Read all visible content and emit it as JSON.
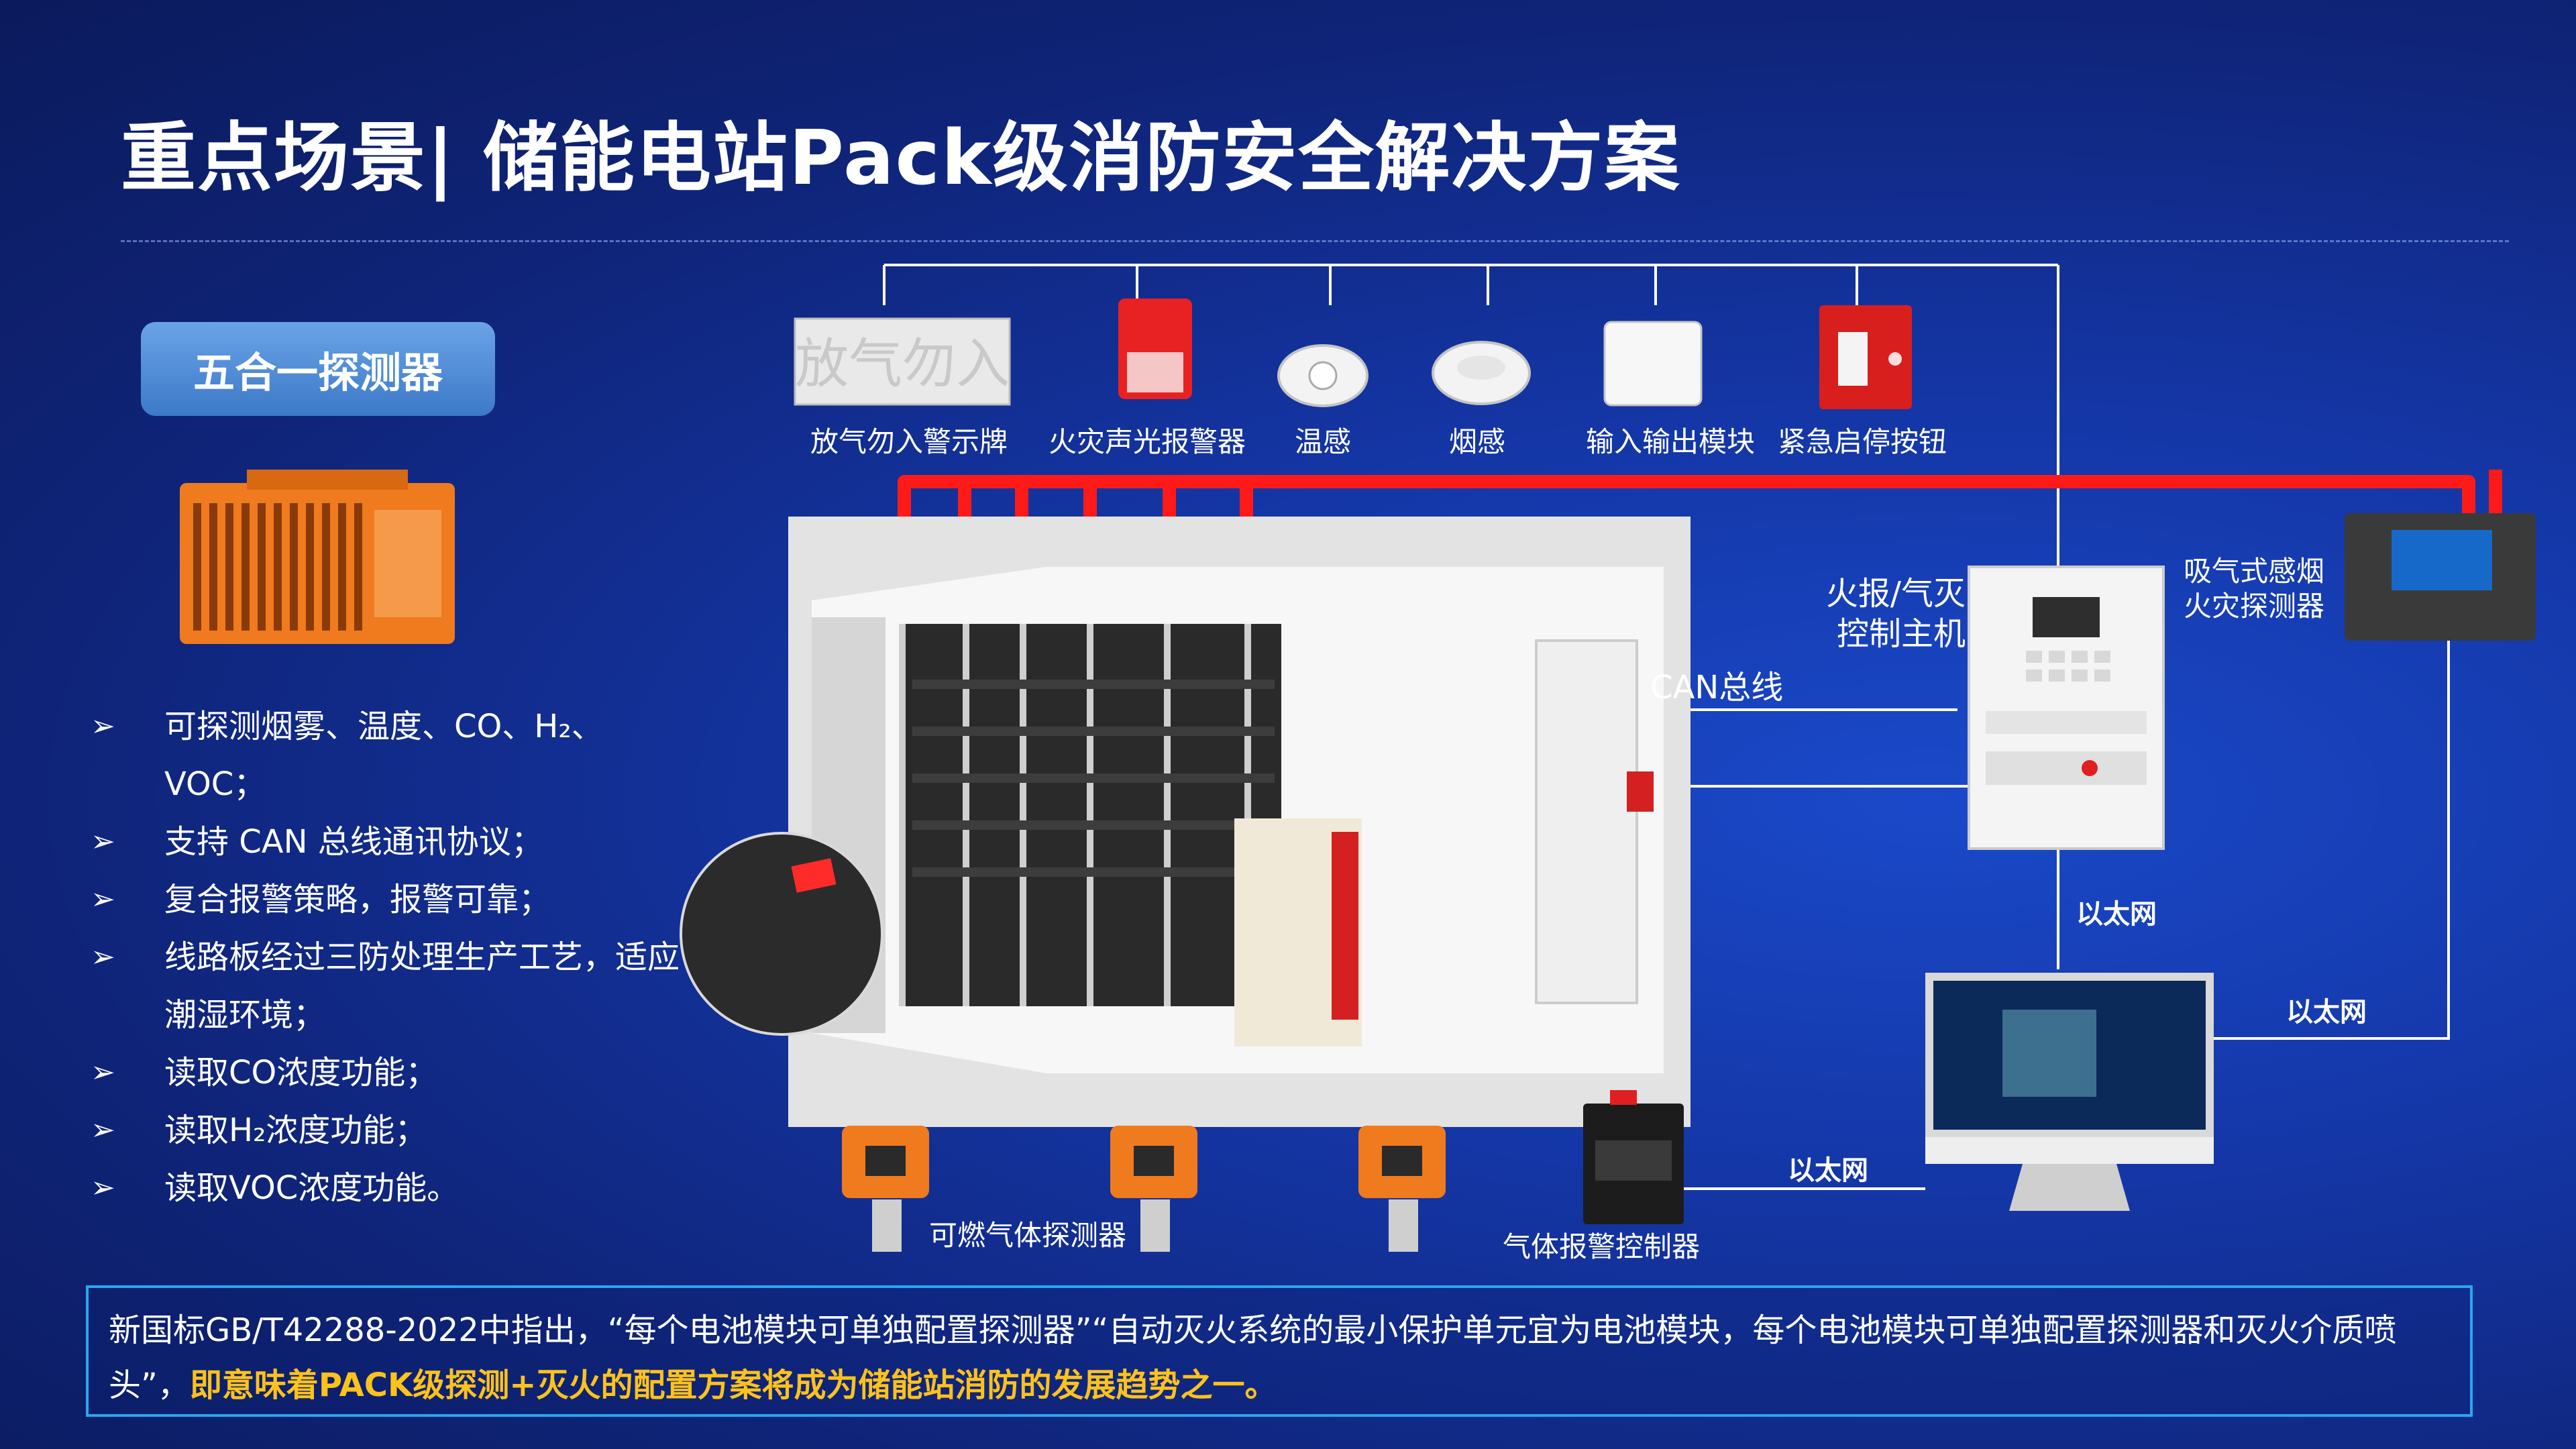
{
  "title": "重点场景| 储能电站Pack级消防安全解决方案",
  "badge": "五合一探测器",
  "features": [
    {
      "text": "可探测烟雾、温度、CO、H₂、VOC；"
    },
    {
      "text": "支持 CAN 总线通讯协议；"
    },
    {
      "text": "复合报警策略，报警可靠；"
    },
    {
      "text": "线路板经过三防处理生产工艺，适应"
    },
    {
      "text": "潮湿环境；",
      "continuation": true
    },
    {
      "text": "读取CO浓度功能；"
    },
    {
      "text": "读取H₂浓度功能；"
    },
    {
      "text": "读取VOC浓度功能。"
    }
  ],
  "devices": {
    "sign": {
      "label": "放气勿入警示牌",
      "panel_text": "放气勿入"
    },
    "alarm": "火灾声光报警器",
    "temp": "温感",
    "smoke": "烟感",
    "io": "输入输出模块",
    "button": "紧急启停按钮"
  },
  "labels": {
    "host": "火报/气灭\n控制主机",
    "aspirating": "吸气式感烟\n火灾探测器",
    "can_bus": "CAN总线",
    "ethernet": "以太网",
    "gas_detector": "可燃气体探测器",
    "gas_controller": "气体报警控制器"
  },
  "notice": {
    "normal": "新国标GB/T42288-2022中指出，“每个电池模块可单独配置探测器”“自动灭火系统的最小保护单元宜为电池模块，每个电池模块可单独配置探测器和灭火介质喷头”，",
    "highlight": "即意味着PACK级探测+灭火的配置方案将成为储能站消防的发展趋势之一。"
  },
  "colors": {
    "bg": "#1436a6",
    "red_pipe": "#ff1a1a",
    "can_line": "#ffc21a",
    "notice_border": "#2aa6f0",
    "detector_orange": "#f07a1e"
  }
}
